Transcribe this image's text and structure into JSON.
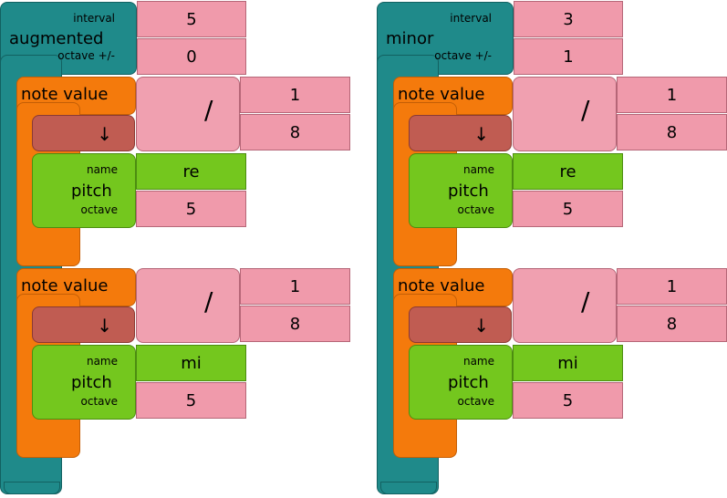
{
  "stacks": [
    {
      "interval": {
        "title": "augmented",
        "interval_label": "interval",
        "interval_value": "5",
        "octave_label": "octave +/-",
        "octave_value": "0"
      },
      "notes": [
        {
          "title": "note value",
          "numerator": "1",
          "denominator": "8",
          "divide_symbol": "/",
          "arrow": "↓",
          "pitch": {
            "title": "pitch",
            "name_label": "name",
            "name_value": "re",
            "octave_label": "octave",
            "octave_value": "5"
          }
        },
        {
          "title": "note value",
          "numerator": "1",
          "denominator": "8",
          "divide_symbol": "/",
          "arrow": "↓",
          "pitch": {
            "title": "pitch",
            "name_label": "name",
            "name_value": "mi",
            "octave_label": "octave",
            "octave_value": "5"
          }
        }
      ]
    },
    {
      "interval": {
        "title": "minor",
        "interval_label": "interval",
        "interval_value": "3",
        "octave_label": "octave +/-",
        "octave_value": "1"
      },
      "notes": [
        {
          "title": "note value",
          "numerator": "1",
          "denominator": "8",
          "divide_symbol": "/",
          "arrow": "↓",
          "pitch": {
            "title": "pitch",
            "name_label": "name",
            "name_value": "re",
            "octave_label": "octave",
            "octave_value": "5"
          }
        },
        {
          "title": "note value",
          "numerator": "1",
          "denominator": "8",
          "divide_symbol": "/",
          "arrow": "↓",
          "pitch": {
            "title": "pitch",
            "name_label": "name",
            "name_value": "mi",
            "octave_label": "octave",
            "octave_value": "5"
          }
        }
      ]
    }
  ]
}
